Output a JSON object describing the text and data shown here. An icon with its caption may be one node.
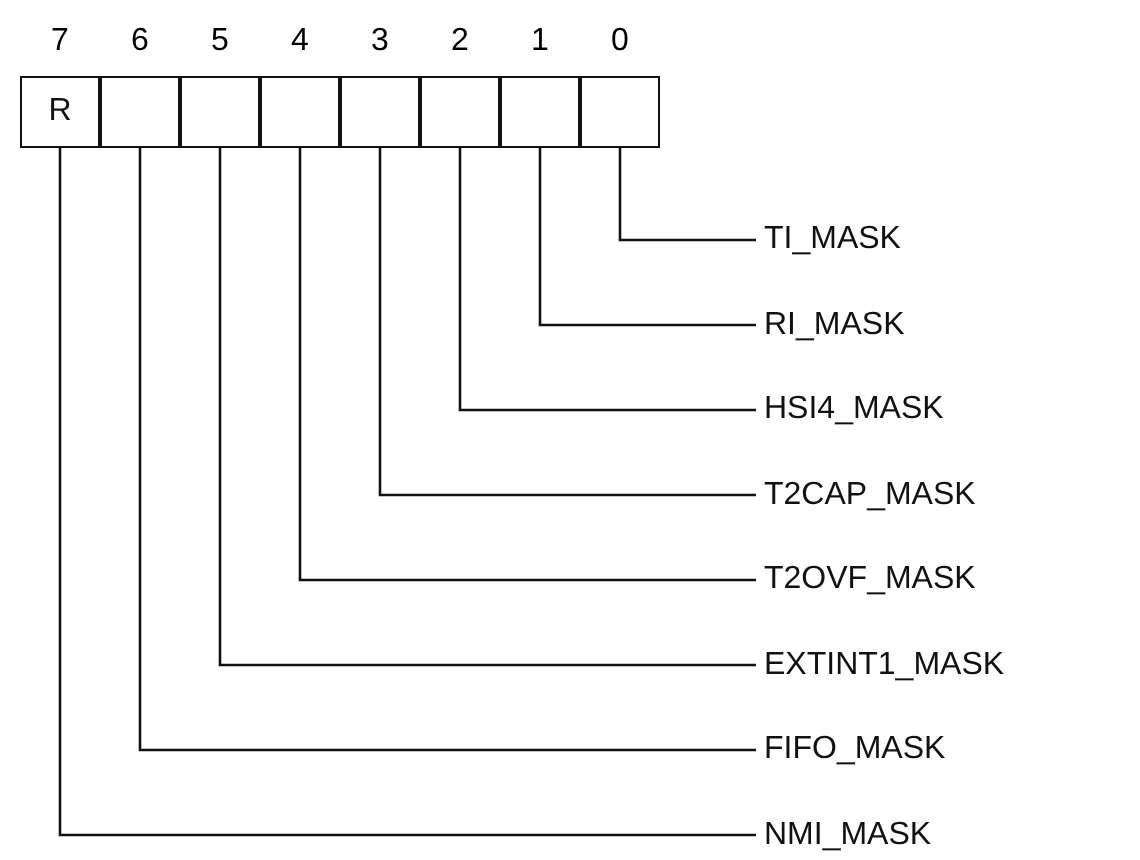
{
  "diagram": {
    "nodes": [
      {
        "text": [
          "R"
        ],
        "beside": [
          "7"
        ]
      },
      {
        "text": [],
        "shape": "box",
        "beside": [
          "6"
        ]
      },
      {
        "text": [],
        "shape": "box",
        "beside": [
          "5"
        ]
      },
      {
        "text": [],
        "shape": "box",
        "beside": [
          "4"
        ]
      },
      {
        "text": [],
        "shape": "box",
        "beside": [
          "3"
        ]
      },
      {
        "text": [],
        "shape": "box",
        "beside": [
          "2"
        ]
      },
      {
        "text": [],
        "shape": "box",
        "beside": [
          "1"
        ]
      },
      {
        "text": [],
        "shape": "box",
        "beside": [
          "0"
        ]
      },
      {
        "text": [
          "TI_MASK"
        ]
      },
      {
        "text": [
          "RI_MASK"
        ]
      },
      {
        "text": [
          "HSI4_MASK"
        ]
      },
      {
        "text": [
          "T2CAP_MASK"
        ]
      },
      {
        "text": [
          "T2OVF_MASK"
        ]
      },
      {
        "text": [
          "EXTINT1_MASK"
        ]
      },
      {
        "text": [
          "FIFO_MASK"
        ]
      },
      {
        "text": [
          "NMI_MASK"
        ]
      }
    ],
    "edges": [
      {
        "from": 7,
        "to": 8,
        "arrow": "none"
      },
      {
        "from": 6,
        "to": 9,
        "arrow": "none"
      },
      {
        "from": 5,
        "to": 10,
        "arrow": "none"
      },
      {
        "from": 4,
        "to": 11,
        "arrow": "none"
      },
      {
        "from": 3,
        "to": 12,
        "arrow": "none"
      },
      {
        "from": 2,
        "to": 13,
        "arrow": "none"
      },
      {
        "from": 1,
        "to": 14,
        "arrow": "none"
      },
      {
        "from": 0,
        "to": 15,
        "arrow": "none"
      }
    ]
  }
}
